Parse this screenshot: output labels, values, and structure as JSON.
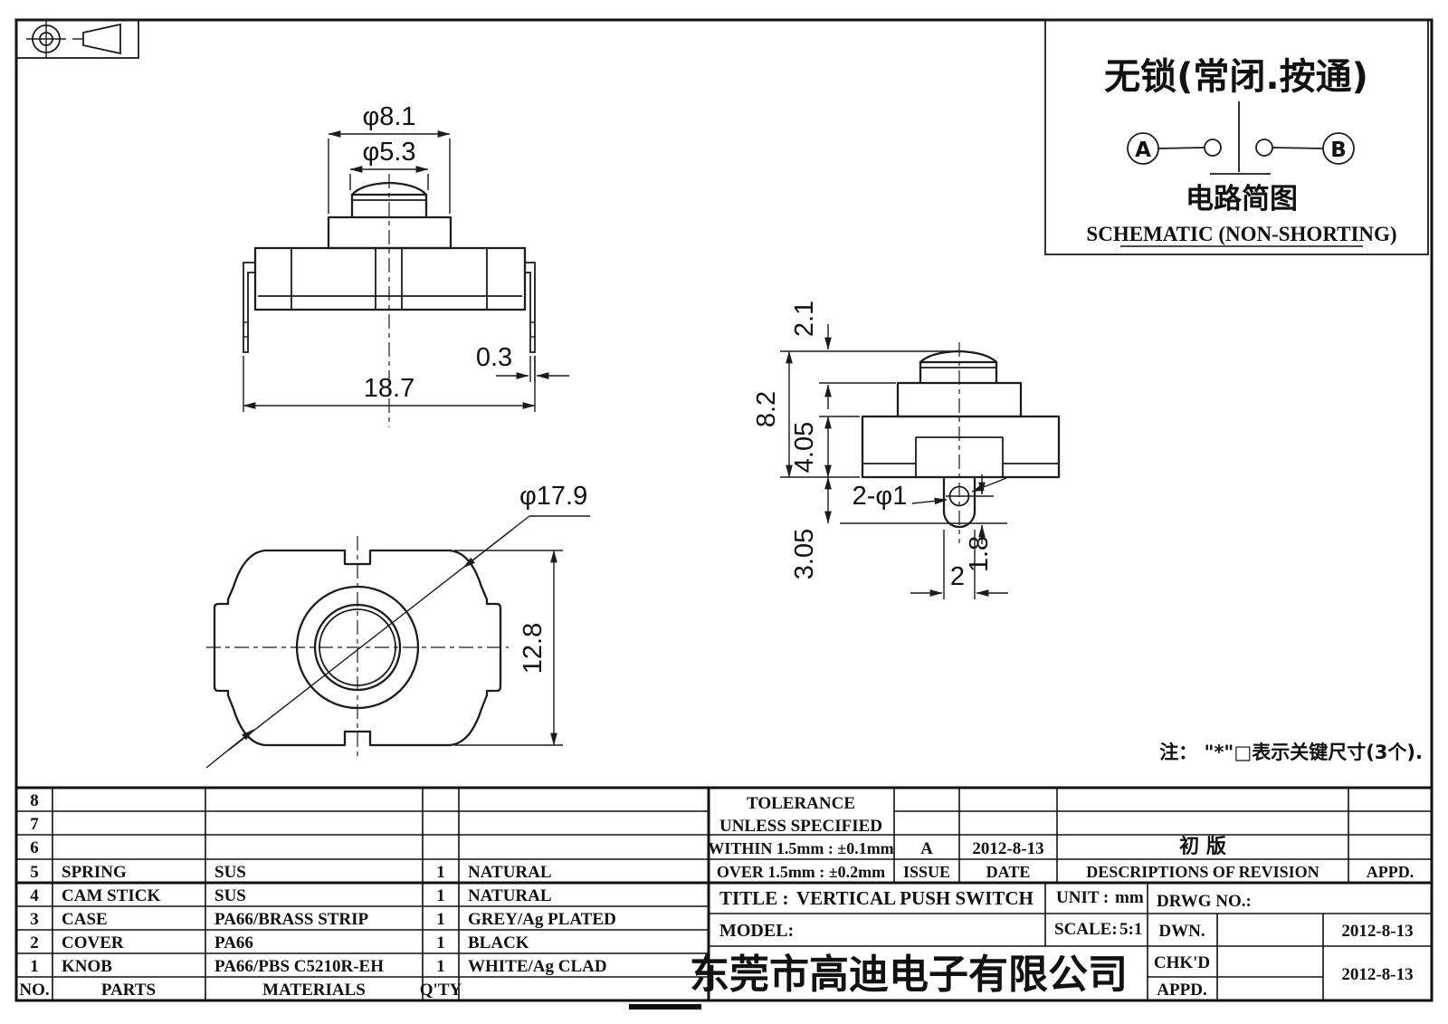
{
  "sheet": {
    "background": "#ffffff",
    "line_color": "#1c1c1c",
    "company_color": "#F0A318"
  },
  "projection_symbols": {
    "left_icon": "datum-target-circle-icon",
    "right_icon": "cone-frustum-icon"
  },
  "schematic": {
    "title": "无锁(常闭.按通)",
    "terminal_a": "A",
    "terminal_b": "B",
    "caption_cn": "电路简图",
    "caption_en": "SCHEMATIC (NON-SHORTING)"
  },
  "dims": {
    "front": {
      "boss_dia": "φ8.1",
      "knob_dia": "φ5.3",
      "pin_thickness": "0.3",
      "pin_span": "18.7"
    },
    "top": {
      "diagonal_dia": "φ17.9",
      "body_height": "12.8"
    },
    "side": {
      "cap_height": "2.1",
      "total_height": "8.2",
      "body_height": "4.05",
      "peg_length": "3.05",
      "holes": "2-φ1",
      "hole_to_tip": "1.8",
      "peg_width": "2"
    }
  },
  "note": "注： \"*\"□表示关键尺寸(3个).",
  "bom": {
    "headers": {
      "no": "NO.",
      "parts": "PARTS",
      "materials": "MATERIALS",
      "qty": "Q'TY",
      "finish": ""
    },
    "rows": [
      {
        "no": "8",
        "parts": "",
        "materials": "",
        "qty": "",
        "finish": ""
      },
      {
        "no": "7",
        "parts": "",
        "materials": "",
        "qty": "",
        "finish": ""
      },
      {
        "no": "6",
        "parts": "",
        "materials": "",
        "qty": "",
        "finish": ""
      },
      {
        "no": "5",
        "parts": "SPRING",
        "materials": "SUS",
        "qty": "1",
        "finish": "NATURAL"
      },
      {
        "no": "4",
        "parts": "CAM STICK",
        "materials": "SUS",
        "qty": "1",
        "finish": "NATURAL"
      },
      {
        "no": "3",
        "parts": "CASE",
        "materials": "PA66/BRASS STRIP",
        "qty": "1",
        "finish": "GREY/Ag PLATED"
      },
      {
        "no": "2",
        "parts": "COVER",
        "materials": "PA66",
        "qty": "1",
        "finish": "BLACK"
      },
      {
        "no": "1",
        "parts": "KNOB",
        "materials": "PA66/PBS C5210R-EH",
        "qty": "1",
        "finish": "WHITE/Ag CLAD"
      }
    ]
  },
  "tolerance_block": {
    "line1": "TOLERANCE",
    "line2": "UNLESS  SPECIFIED",
    "within": "WITHIN 1.5mm : ±0.1mm",
    "over": "OVER 1.5mm : ±0.2mm"
  },
  "revision_block": {
    "issue_value": "A",
    "date_value": "2012-8-13",
    "description_value": "初  版",
    "issue_label": "ISSUE",
    "date_label": "DATE",
    "description_label": "DESCRIPTIONS OF REVISION",
    "appd_label": "APPD."
  },
  "title_block": {
    "title_label": "TITLE :",
    "title_value": "VERTICAL PUSH SWITCH",
    "unit_label": "UNIT :",
    "unit_value": "mm",
    "drwg_label": "DRWG NO.:",
    "model_label": "MODEL:",
    "scale_label": "SCALE:",
    "scale_value": "5:1",
    "company": "东莞市高迪电子有限公司",
    "dwn_label": "DWN.",
    "chkd_label": "CHK'D",
    "appd_label": "APPD.",
    "dwn_date": "2012-8-13",
    "chkd_date": "2012-8-13"
  }
}
